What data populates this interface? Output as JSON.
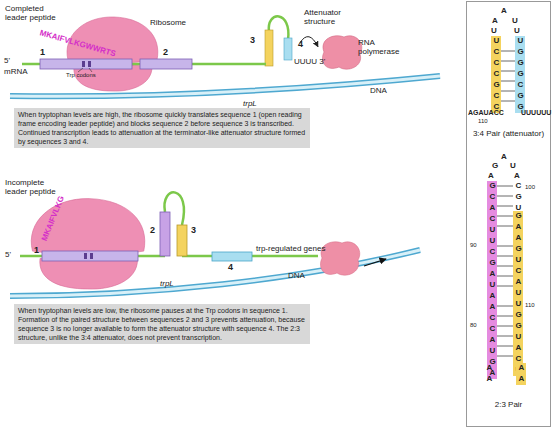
{
  "diagram": {
    "nodes": [
      {
        "text": [
          "Ribosome"
        ]
      },
      {
        "text": [
          "Attenuator structure"
        ]
      },
      {
        "text": [
          "RNA polymerase"
        ]
      },
      {
        "text": [
          "When tryptophan levels are high, the ribosome quickly translates sequence 1 (open reading frame encoding leader peptide) and blocks sequence 2 before sequence 3 is transcribed. Continued transcription leads to attenuation at the terminator-like attenuator structure formed by sequences 3 and 4."
        ]
      },
      {
        "text": [
          "When tryptophan levels are low, the ribosome pauses at the Trp codons in sequence 1. Formation of the paired structure between sequences 2 and 3 prevents attenuation, because sequence 3 is no longer available to form the attenuator structure with sequence 4. The 2:3 structure, unlike the 3:4 attenuator, does not prevent transcription."
        ]
      },
      {
        "text": [
          "3:4 Pair (attenuator)",
          "2:3 Pair"
        ]
      }
    ],
    "edges": [
      {
        "from": 1,
        "to": 2,
        "arrow": "to"
      }
    ],
    "labels": [
      "Completed leader peptide",
      "MKAIFVLKGWWRTS",
      "1",
      "2",
      "Trp codons",
      "3",
      "4",
      "UUUU 3'",
      "5'",
      "mRNA",
      "trpL",
      "DNA",
      "Incomplete leader peptide",
      "MKAIFVLKG",
      "1",
      "2",
      "3",
      "4",
      "trp-regulated genes",
      "5'",
      "trpL",
      "DNA",
      "A",
      "A",
      "U",
      "U",
      "U",
      "UCCCGCC",
      "UGGGCGG",
      "AGAUACC",
      "UUUUUU",
      "110",
      "A",
      "G",
      "U",
      "A",
      "A",
      "GCACUUCGAUAACCAUGA",
      "CGU",
      "GAAGUCAUUGGUACU",
      "100",
      "90",
      "110",
      "80",
      "AA",
      "AA"
    ]
  }
}
